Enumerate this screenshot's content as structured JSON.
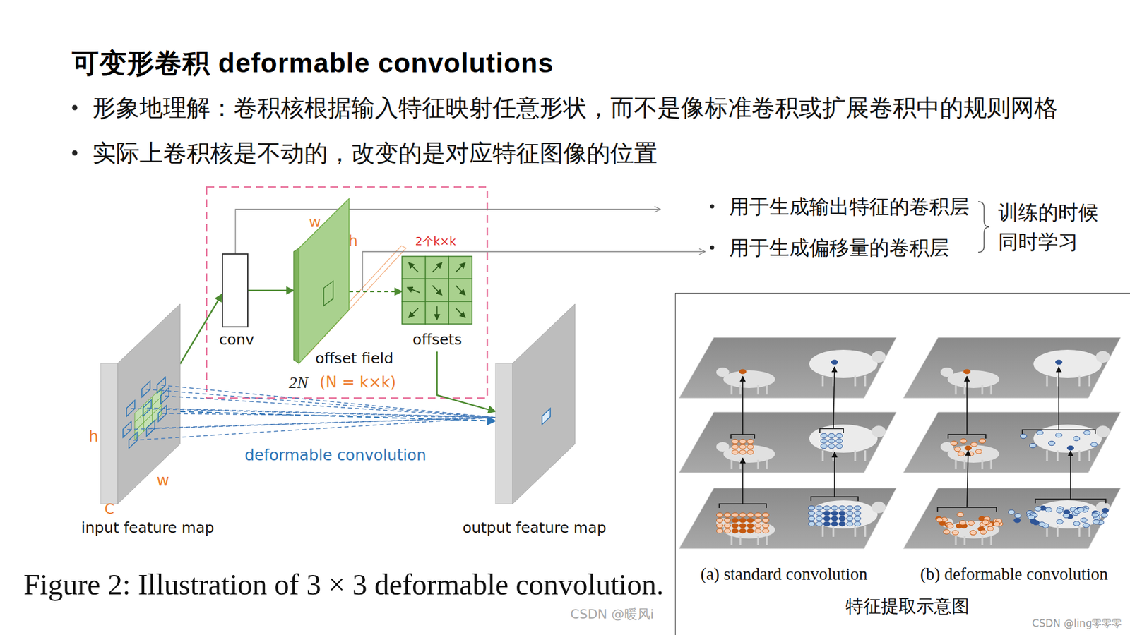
{
  "diagram": {
    "title": "可变形卷积 deformable convolutions",
    "caption": "Figure 2: Illustration of 3 × 3 deformable convolution.",
    "nodes": [
      {
        "text": [
          "conv"
        ]
      },
      {
        "text": [
          "offset field"
        ]
      },
      {
        "text": [
          "offsets"
        ]
      },
      {
        "text": [
          "input feature map"
        ]
      },
      {
        "text": [
          "output feature map"
        ]
      },
      {
        "text": [
          "(a) standard convolution",
          "(b) deformable convolution",
          "特征提取示意图"
        ]
      }
    ],
    "edges": [
      {
        "from": 3,
        "to": 0,
        "arrow": "to"
      },
      {
        "from": 0,
        "to": 1,
        "arrow": "to"
      },
      {
        "from": 1,
        "to": 2,
        "arrow": "to"
      },
      {
        "from": 2,
        "to": 4,
        "arrow": "to"
      },
      {
        "from": 3,
        "to": 4,
        "arrow": "to",
        "label": "deformable convolution"
      }
    ],
    "labels": [
      "形象地理解：卷积核根据输入特征映射任意形状，而不是像标准卷积或扩展卷积中的规则网格",
      "实际上卷积核是不动的，改变的是对应特征图像的位置",
      "w",
      "h",
      "2个k×k",
      "2N",
      "(N = k×k)",
      "h",
      "w",
      "C",
      "用于生成输出特征的卷积层",
      "用于生成偏移量的卷积层",
      "训练的时候 同时学习",
      "CSDN @暖风i",
      "CSDN @ling零零零"
    ]
  }
}
